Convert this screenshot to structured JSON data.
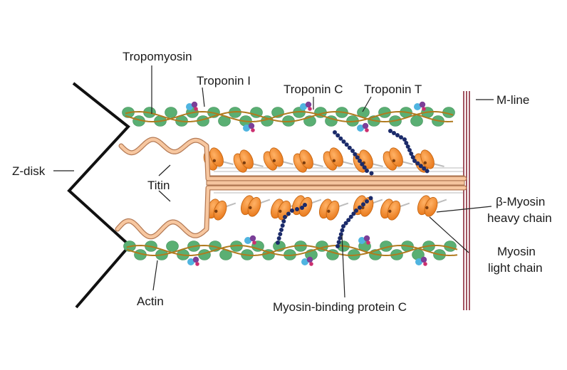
{
  "labels": {
    "tropomyosin": "Tropomyosin",
    "troponin_i": "Troponin I",
    "troponin_c": "Troponin C",
    "troponin_t": "Troponin T",
    "m_line": "M-line",
    "z_disk": "Z-disk",
    "titin": "Titin",
    "beta_myosin_line1": "β-Myosin",
    "beta_myosin_line2": "heavy chain",
    "myosin_light_line1": "Myosin",
    "myosin_light_line2": "light chain",
    "actin": "Actin",
    "mybpc": "Myosin-binding protein C"
  },
  "colors": {
    "actin": "#5aaf73",
    "tropomyosin": "#b07a1e",
    "troponin_c": "#4fb4e0",
    "troponin_i": "#7b3f98",
    "troponin_t": "#cc2f6f",
    "myosin_head": "#f08a24",
    "myosin_head_dark": "#c2620f",
    "titin_fill": "#f7c7a0",
    "titin_stroke": "#b47a55",
    "mybpc": "#1b2b6a",
    "mline": "#8a2a3a",
    "zdisk": "#111111",
    "leader": "#222222"
  }
}
